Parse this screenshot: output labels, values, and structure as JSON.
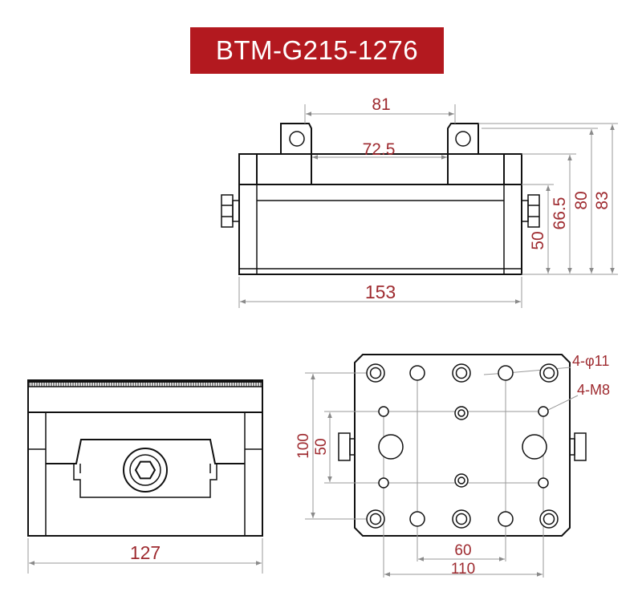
{
  "title": "BTM-G215-1276",
  "colors": {
    "banner": "#b3191f",
    "dimension_text": "#9e2a2f",
    "outline": "#111111",
    "extension_line": "#9a9a9a"
  },
  "front_view": {
    "dim_81": "81",
    "dim_72_5": "72.5",
    "dim_153": "153",
    "dim_50": "50",
    "dim_66_5": "66.5",
    "dim_80": "80",
    "dim_83": "83"
  },
  "side_view": {
    "dim_127": "127"
  },
  "top_view": {
    "dim_100": "100",
    "dim_50": "50",
    "dim_60": "60",
    "dim_110": "110",
    "label_holes": "4-φ11",
    "label_threads": "4-M8"
  }
}
